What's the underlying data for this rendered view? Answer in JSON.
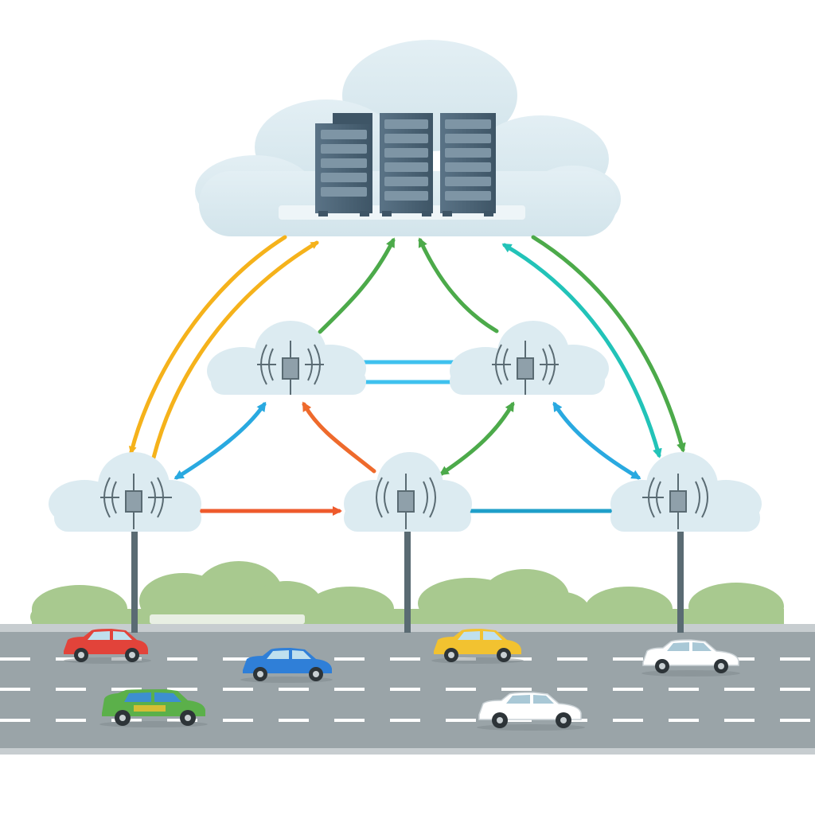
{
  "diagram": {
    "cloud_data_center": {
      "server_racks": 3,
      "icons": [
        "cloud-icon",
        "server-rack-icon"
      ]
    },
    "edge_nodes": [
      {
        "id": "edge-top-left",
        "icon": "cell-tower-icon"
      },
      {
        "id": "edge-top-right",
        "icon": "cell-tower-icon"
      },
      {
        "id": "edge-bottom-left",
        "icon": "cell-tower-icon"
      },
      {
        "id": "edge-bottom-center",
        "icon": "cell-tower-icon"
      },
      {
        "id": "edge-bottom-right",
        "icon": "cell-tower-icon"
      }
    ],
    "links": [
      {
        "from": "cloud",
        "to": "edge-bottom-left",
        "direction": "bidirectional",
        "color": "#f5b21b"
      },
      {
        "from": "cloud",
        "to": "edge-top-left",
        "direction": "to-cloud",
        "color": "#4caa4a"
      },
      {
        "from": "cloud",
        "to": "edge-top-right",
        "direction": "to-cloud",
        "color": "#4caa4a"
      },
      {
        "from": "cloud",
        "to": "edge-bottom-right",
        "direction": "bidirectional",
        "color": "#22c3b8"
      },
      {
        "from": "edge-top-left",
        "to": "edge-top-right",
        "direction": "bidirectional",
        "color": "#3fc1ee"
      },
      {
        "from": "edge-bottom-left",
        "to": "edge-top-left",
        "direction": "bidirectional",
        "color": "#29a9e0"
      },
      {
        "from": "edge-bottom-center",
        "to": "edge-top-left",
        "direction": "to-top",
        "color": "#ee6a2c"
      },
      {
        "from": "edge-bottom-center",
        "to": "edge-top-right",
        "direction": "bidirectional",
        "color": "#4caa4a"
      },
      {
        "from": "edge-bottom-right",
        "to": "edge-top-right",
        "direction": "bidirectional",
        "color": "#29a9e0"
      },
      {
        "from": "edge-bottom-left",
        "to": "edge-bottom-center",
        "direction": "bidirectional",
        "color": "#ee5a2c"
      },
      {
        "from": "edge-bottom-center",
        "to": "edge-bottom-right",
        "direction": "bidirectional",
        "color": "#1f9fc9"
      }
    ],
    "vehicles": [
      {
        "id": "car-red",
        "color": "#e2433a"
      },
      {
        "id": "car-blue",
        "color": "#2f7fd8"
      },
      {
        "id": "car-yellow",
        "color": "#f2c230"
      },
      {
        "id": "car-white-1",
        "color": "#ffffff"
      },
      {
        "id": "car-green",
        "color": "#5bb04a"
      },
      {
        "id": "car-white-2",
        "color": "#ffffff"
      }
    ],
    "colors": {
      "cloud": "#dcebf1",
      "server": "#4d6678",
      "road": "#9aa4a8",
      "lane_marking": "#ffffff",
      "trees": "#a8c98f",
      "tower": "#5a6b73"
    }
  }
}
